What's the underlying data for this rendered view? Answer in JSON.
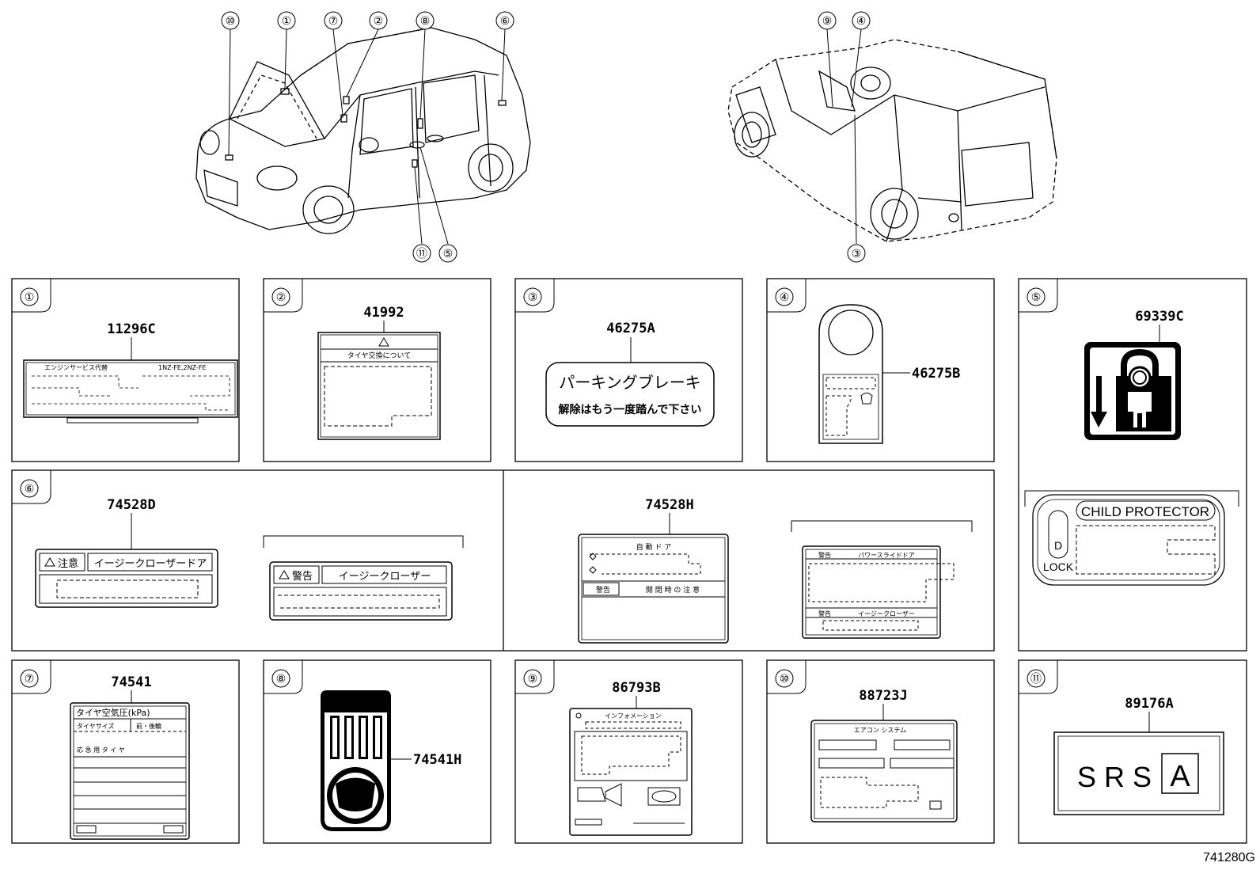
{
  "callouts_front": [
    "⑩",
    "①",
    "⑦",
    "②",
    "⑧",
    "⑥"
  ],
  "callouts_front_bottom": [
    "⑪",
    "⑤"
  ],
  "callouts_rear": [
    "⑨",
    "④"
  ],
  "callouts_rear_bottom": [
    "③"
  ],
  "panels": {
    "p1": {
      "num": "①",
      "part": "11296C",
      "label_header_left": "エンジンサービス代替",
      "label_header_right": "1NZ-FE,2NZ-FE"
    },
    "p2": {
      "num": "②",
      "part": "41992",
      "label_title": "タイヤ交換について"
    },
    "p3": {
      "num": "③",
      "part": "46275A",
      "line1": "パーキングブレーキ",
      "line2": "解除はもう一度踏んで下さい"
    },
    "p4": {
      "num": "④",
      "part": "46275B"
    },
    "p5": {
      "num": "⑤",
      "part": "69339C",
      "child_label": "CHILD PROTECTOR",
      "lock_letter": "D",
      "lock_text": "LOCK"
    },
    "p6": {
      "num": "⑥",
      "part_a": "74528D",
      "a1_tag": "注意",
      "a1_text": "イージークローザードア",
      "a2_tag": "警告",
      "a2_text": "イージークローザー",
      "part_b": "74528H",
      "b1_title": "自 動 ド ア",
      "b1_tag": "警告",
      "b1_text": "開 閉 時 の 注 意",
      "b2_tag": "警告",
      "b2_text": "パワースライドドア",
      "b2_tag2": "警告",
      "b2_text2": "イージークローザー"
    },
    "p7": {
      "num": "⑦",
      "part": "74541",
      "title": "タイヤ空気圧(kPa)",
      "row1a": "タイヤサイズ",
      "row1b": "前・後輪",
      "row2": "応 急 用 タ イ ヤ"
    },
    "p8": {
      "num": "⑧",
      "part": "74541H"
    },
    "p9": {
      "num": "⑨",
      "part": "86793B",
      "title": "インフォメーション"
    },
    "p10": {
      "num": "⑩",
      "part": "88723J",
      "title": "エアコン システム"
    },
    "p11": {
      "num": "⑪",
      "part": "89176A",
      "srs": "S R S",
      "letter": "A"
    }
  },
  "reference_code": "741280G"
}
